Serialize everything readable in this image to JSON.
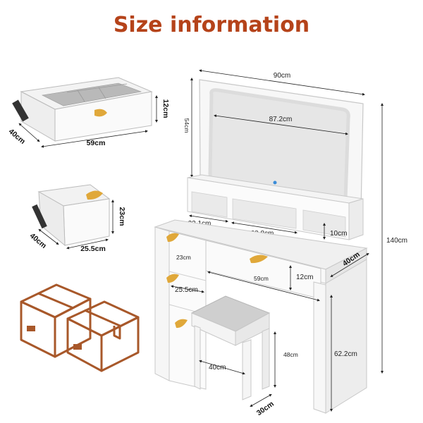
{
  "title": "Size information",
  "colors": {
    "title": "#b5431a",
    "box_outline": "#a8582a",
    "handle": "#e0a83a"
  },
  "mirror": {
    "width": "90cm",
    "inner_width": "87.2cm",
    "height": "54cm"
  },
  "overall": {
    "height": "140cm",
    "depth": "40cm",
    "leg_height": "62.2cm"
  },
  "shelf": {
    "left_width": "23.1cm",
    "middle_width": "38.8cm",
    "height": "10cm"
  },
  "desk": {
    "drawer_width": "59cm",
    "drawer_height": "12cm"
  },
  "side_drawer": {
    "height": "23cm",
    "width": "25.5cm"
  },
  "stool": {
    "width": "40cm",
    "depth": "30cm",
    "height": "48cm"
  },
  "large_drawer": {
    "height": "12cm",
    "depth": "40cm",
    "width": "59cm"
  },
  "small_drawer": {
    "height": "23cm",
    "depth": "40cm",
    "width": "25.5cm"
  },
  "icons": [
    "shipping-box-icon",
    "shipping-box-icon"
  ]
}
